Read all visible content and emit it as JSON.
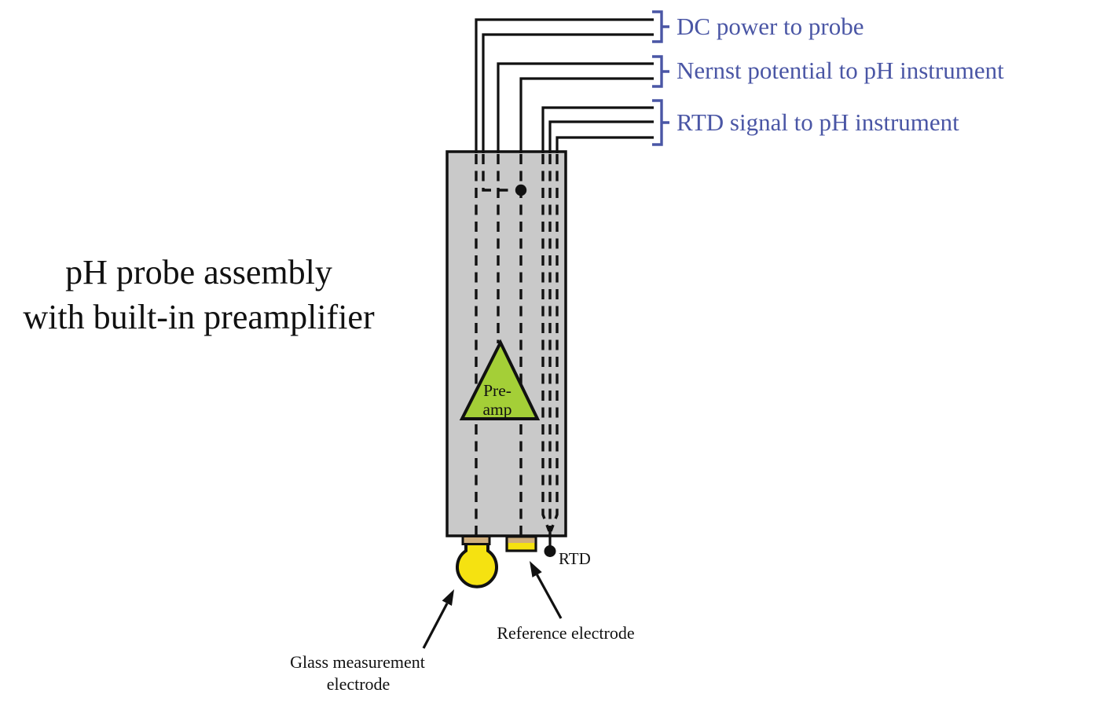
{
  "figure": {
    "title_line1": "pH probe assembly",
    "title_line2": "with built-in preamplifier"
  },
  "wire_groups": [
    {
      "label": "DC power to probe",
      "wires": 2
    },
    {
      "label": "Nernst potential to pH instrument",
      "wires": 2
    },
    {
      "label": "RTD signal to pH instrument",
      "wires": 3
    }
  ],
  "probe": {
    "preamp_label_line1": "Pre-",
    "preamp_label_line2": "amp",
    "rtd_label": "RTD",
    "reference_electrode_label": "Reference electrode",
    "glass_electrode_label_line1": "Glass measurement",
    "glass_electrode_label_line2": "electrode"
  },
  "colors": {
    "wire_label_blue": "#4a56a5",
    "probe_body_gray": "#c9c9c9",
    "preamp_green": "#a4cf37",
    "electrode_yellow": "#f5e211",
    "electrode_tan": "#cfae7d",
    "diagram_black": "#111111"
  }
}
